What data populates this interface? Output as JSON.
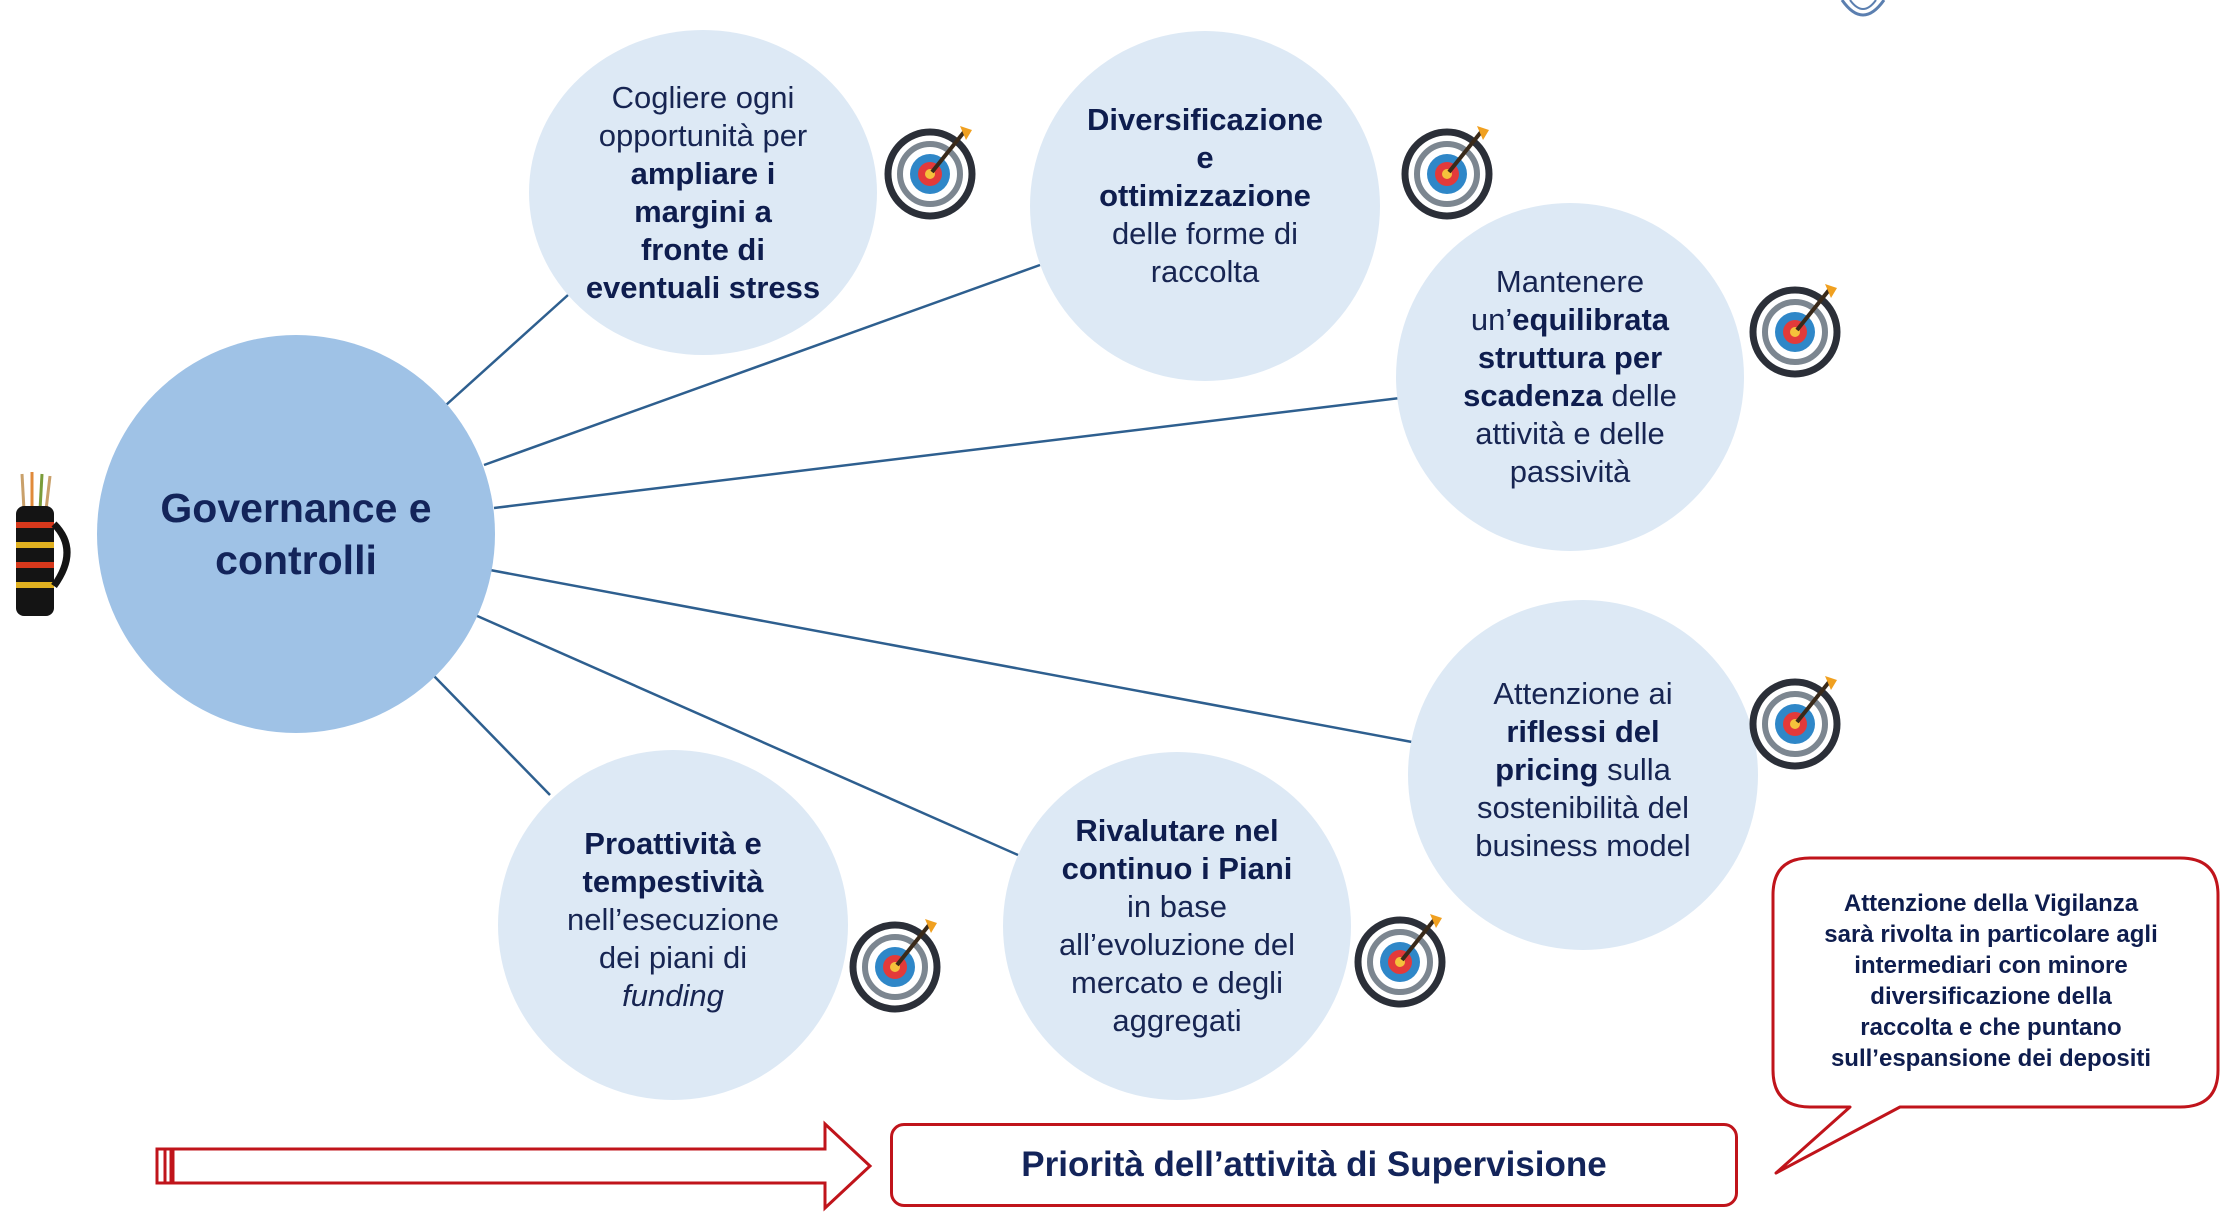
{
  "hub": {
    "line1": "Governance e",
    "line2": "controlli"
  },
  "nodes": [
    {
      "id": "node-margini",
      "parts": [
        {
          "t": "Cogliere ogni",
          "b": false
        },
        {
          "t": "opportunità per",
          "b": false
        },
        {
          "t": "ampliare i",
          "b": true
        },
        {
          "t": "margini a",
          "b": true
        },
        {
          "t": "fronte di",
          "b": true
        },
        {
          "t": "eventuali stress",
          "b": true
        }
      ]
    },
    {
      "id": "node-diversificazione",
      "parts": [
        {
          "t": "Diversificazione",
          "b": true
        },
        {
          "t": "e",
          "b": true
        },
        {
          "t": "ottimizzazione",
          "b": true
        },
        {
          "t": "delle forme di",
          "b": false
        },
        {
          "t": "raccolta",
          "b": false
        }
      ]
    },
    {
      "id": "node-scadenze",
      "lines": [
        [
          {
            "t": "Mantenere",
            "b": false
          }
        ],
        [
          {
            "t": "un’",
            "b": false
          },
          {
            "t": "equilibrata",
            "b": true
          }
        ],
        [
          {
            "t": "struttura per",
            "b": true
          }
        ],
        [
          {
            "t": "scadenza",
            "b": true
          },
          {
            "t": " delle",
            "b": false
          }
        ],
        [
          {
            "t": "attività e delle",
            "b": false
          }
        ],
        [
          {
            "t": "passività",
            "b": false
          }
        ]
      ]
    },
    {
      "id": "node-pricing",
      "lines": [
        [
          {
            "t": "Attenzione ai",
            "b": false
          }
        ],
        [
          {
            "t": "riflessi del",
            "b": true
          }
        ],
        [
          {
            "t": "pricing",
            "b": true
          },
          {
            "t": " sulla",
            "b": false
          }
        ],
        [
          {
            "t": "sostenibilità del",
            "b": false
          }
        ],
        [
          {
            "t": "business model",
            "b": false
          }
        ]
      ]
    },
    {
      "id": "node-piani",
      "parts": [
        {
          "t": "Rivalutare nel",
          "b": true
        },
        {
          "t": "continuo i Piani",
          "b": true
        },
        {
          "t": "in base",
          "b": false
        },
        {
          "t": "all’evoluzione del",
          "b": false
        },
        {
          "t": "mercato e degli",
          "b": false
        },
        {
          "t": "aggregati",
          "b": false
        }
      ]
    },
    {
      "id": "node-proattivita",
      "parts": [
        {
          "t": "Proattività e",
          "b": true
        },
        {
          "t": "tempestività",
          "b": true
        },
        {
          "t": "nell’esecuzione",
          "b": false
        },
        {
          "t": "dei piani di",
          "b": false
        },
        {
          "t": "funding",
          "b": false,
          "i": true
        }
      ]
    }
  ],
  "banner": "Priorità dell’attività di Supervisione",
  "callout": [
    "Attenzione della Vigilanza",
    "sarà rivolta in particolare agli",
    "intermediari con minore",
    "diversificazione della",
    "raccolta e che puntano",
    "sull’espansione dei depositi"
  ],
  "colors": {
    "hub": "#9fc2e6",
    "node": "#dde9f5",
    "connector": "#2e5f8f",
    "accent_red": "#c0141b",
    "text": "#0e1d4e"
  },
  "icons": [
    "target-icon",
    "quiver-icon",
    "arrow-right-icon",
    "logo-mark-icon"
  ]
}
